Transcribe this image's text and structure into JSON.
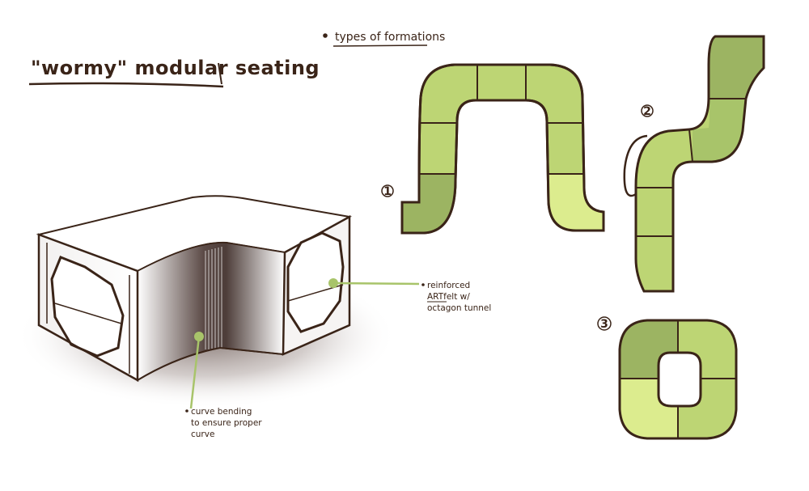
{
  "title": "\"wormy\" modular seating",
  "formations_heading": "types of formations",
  "formation_numbers": [
    "1",
    "2",
    "3"
  ],
  "callouts": {
    "reinforced": [
      "reinforced",
      "ARTfelt w/",
      "octagon tunnel"
    ],
    "curve": [
      "curve bending",
      "to ensure proper",
      "curve"
    ]
  },
  "colors": {
    "ink": "#3a2418",
    "green_light": "#dcec8e",
    "green_mid": "#bdd574",
    "green_dark": "#9cb462",
    "callout_line": "#a8c46a"
  }
}
